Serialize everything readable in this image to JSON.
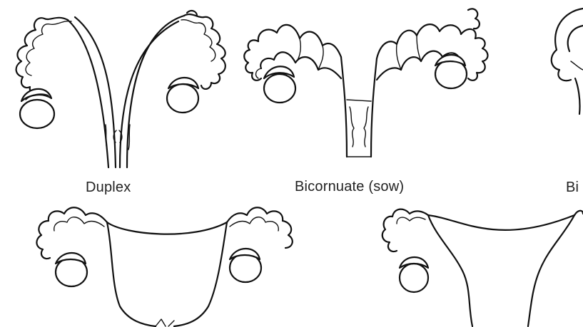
{
  "diagram": {
    "captions": {
      "duplex": "Duplex",
      "bicornuate": "Bicornuate (sow)",
      "partial": "Bi"
    }
  },
  "colors": {
    "ink": "#111111",
    "background": "#ffffff"
  }
}
